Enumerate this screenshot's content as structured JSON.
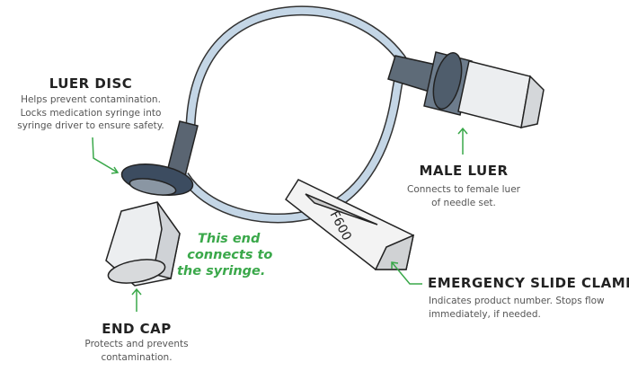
{
  "callouts": {
    "luer_disc": {
      "title": "LUER DISC",
      "lines": [
        "Helps prevent contamination.",
        "Locks medication syringe into",
        "syringe driver to ensure safety."
      ]
    },
    "end_cap": {
      "title": "END CAP",
      "lines": [
        "Protects and prevents",
        "contamination."
      ]
    },
    "male_luer": {
      "title": "MALE LUER",
      "lines": [
        "Connects to female luer",
        "of needle set."
      ]
    },
    "clamp": {
      "title": "EMERGENCY SLIDE CLAMP",
      "lines": [
        "Indicates product number. Stops flow",
        "immediately, if needed."
      ]
    }
  },
  "syringe_note": [
    "This end",
    "connects to",
    "the syringe."
  ],
  "clamp_label": "F600",
  "colors": {
    "arrow": "#3aa84a",
    "tube": "#b8cde0",
    "disc": "#3c4c60"
  }
}
